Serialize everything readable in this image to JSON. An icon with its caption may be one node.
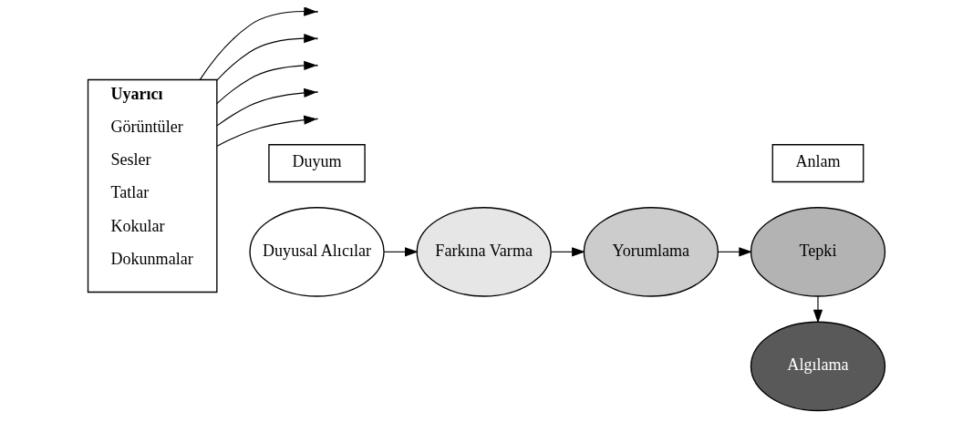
{
  "diagram": {
    "nodes": [
      {
        "text": [
          "Uyarıcı",
          "Görüntüler",
          "Sesler",
          "Tatlar",
          "Kokular",
          "Dokunmalar"
        ]
      },
      {
        "text": [
          "Duyum"
        ]
      },
      {
        "text": [
          "Anlam"
        ]
      },
      {
        "text": [
          "Duyusal Alıcılar"
        ]
      },
      {
        "text": [
          "Farkına Varma"
        ]
      },
      {
        "text": [
          "Yorumlama"
        ]
      },
      {
        "text": [
          "Tepki"
        ]
      },
      {
        "text": [
          "Algılama"
        ]
      }
    ],
    "edges": [
      {
        "from": 0,
        "to": null,
        "arrow": "to"
      },
      {
        "from": 0,
        "to": null,
        "arrow": "to"
      },
      {
        "from": 0,
        "to": null,
        "arrow": "to"
      },
      {
        "from": 0,
        "to": null,
        "arrow": "to"
      },
      {
        "from": 0,
        "to": null,
        "arrow": "to"
      },
      {
        "from": 3,
        "to": 4,
        "arrow": "to"
      },
      {
        "from": 4,
        "to": 5,
        "arrow": "to"
      },
      {
        "from": 5,
        "to": 6,
        "arrow": "to"
      },
      {
        "from": 6,
        "to": 7,
        "arrow": "to"
      }
    ]
  }
}
